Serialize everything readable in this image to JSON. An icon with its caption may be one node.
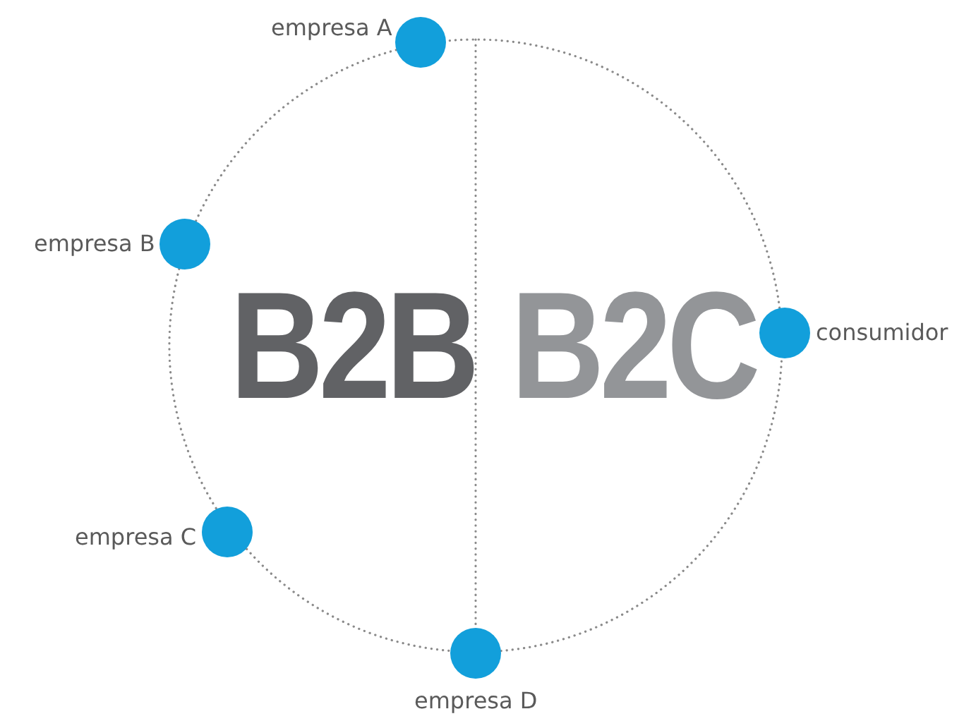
{
  "diagram": {
    "nodes": [
      {
        "text": [],
        "shape": "circle",
        "beside": [
          "empresa A"
        ]
      },
      {
        "text": [],
        "shape": "circle",
        "beside": [
          "empresa B"
        ]
      },
      {
        "text": [],
        "shape": "circle",
        "beside": [
          "consumidor"
        ]
      },
      {
        "text": [],
        "shape": "circle",
        "beside": [
          "empresa C"
        ]
      },
      {
        "text": [],
        "shape": "circle",
        "beside": [
          "empresa D"
        ]
      }
    ],
    "edges": [
      {
        "from": 0,
        "to": 1,
        "arrow": "none"
      },
      {
        "from": 1,
        "to": 3,
        "arrow": "none"
      },
      {
        "from": 3,
        "to": 4,
        "arrow": "none"
      },
      {
        "from": 4,
        "to": 2,
        "arrow": "none"
      },
      {
        "from": 2,
        "to": 0,
        "arrow": "none"
      },
      {
        "from": null,
        "to": 4,
        "arrow": "none"
      }
    ],
    "labels": [
      "B2B",
      "B2C"
    ]
  }
}
